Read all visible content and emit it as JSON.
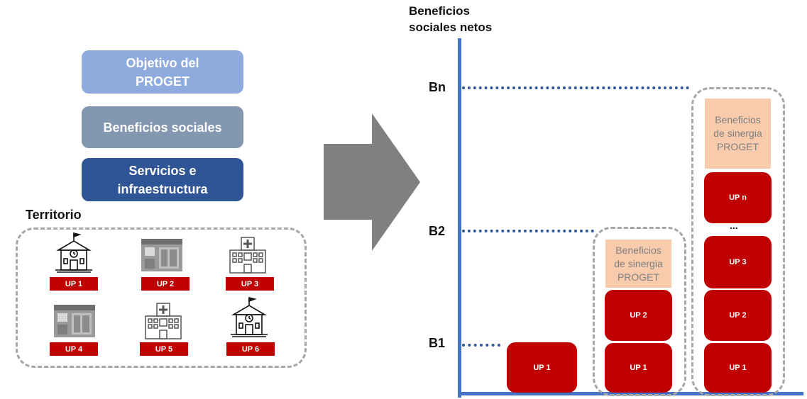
{
  "levels": {
    "objective": "Objetivo del\nPROGET",
    "benefits": "Beneficios sociales",
    "services": "Servicios e\ninfraestructura"
  },
  "territory": {
    "title": "Territorio",
    "units": [
      {
        "label": "UP 1",
        "icon": "school-icon"
      },
      {
        "label": "UP 2",
        "icon": "storefront-icon"
      },
      {
        "label": "UP 3",
        "icon": "hospital-icon"
      },
      {
        "label": "UP 4",
        "icon": "storefront-icon"
      },
      {
        "label": "UP 5",
        "icon": "hospital-icon"
      },
      {
        "label": "UP 6",
        "icon": "school-icon"
      }
    ]
  },
  "axis": {
    "ylabel": "Beneficios\nsociales netos",
    "b1": "B1",
    "b2": "B2",
    "bn": "Bn"
  },
  "stacks": {
    "single": [
      "UP 1"
    ],
    "pair": [
      "UP 1",
      "UP 2"
    ],
    "many": [
      "UP 1",
      "UP 2",
      "UP 3",
      "UP n"
    ],
    "ellipsis": "...",
    "synergy": "Beneficios\nde sinergia\nPROGET"
  },
  "colors": {
    "objective": "#8faadc",
    "benefits": "#8497b0",
    "services": "#2f5597",
    "unit": "#c00000",
    "axis": "#4472c4",
    "synergy": "#f8cbad",
    "arrow": "#808080"
  }
}
